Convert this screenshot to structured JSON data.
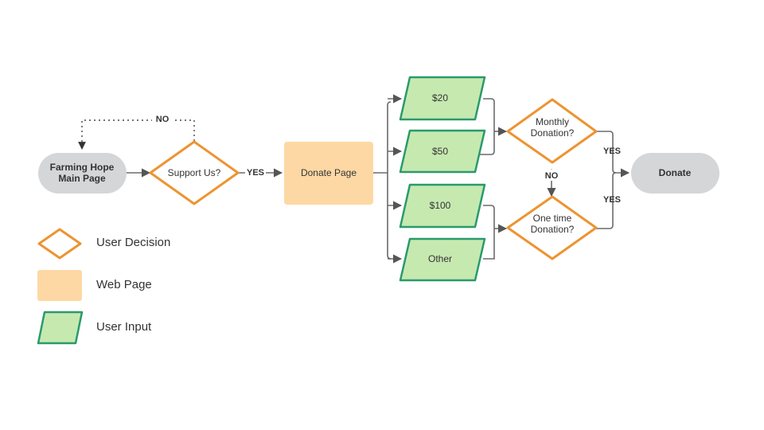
{
  "nodes": {
    "main_page": {
      "line1": "Farming Hope",
      "line2": "Main Page"
    },
    "support_us": {
      "label": "Support Us?"
    },
    "donate_page": {
      "label": "Donate Page"
    },
    "amount_20": {
      "label": "$20"
    },
    "amount_50": {
      "label": "$50"
    },
    "amount_100": {
      "label": "$100"
    },
    "amount_other": {
      "label": "Other"
    },
    "monthly": {
      "line1": "Monthly",
      "line2": "Donation?"
    },
    "one_time": {
      "line1": "One time",
      "line2": "Donation?"
    },
    "donate": {
      "label": "Donate"
    }
  },
  "edges": {
    "no_loop": "NO",
    "yes_support": "YES",
    "no_between": "NO",
    "yes_monthly": "YES",
    "yes_one_time": "YES"
  },
  "legend": {
    "decision": "User Decision",
    "web_page": "Web Page",
    "user_input": "User Input"
  },
  "colors": {
    "decision_stroke": "#ec9431",
    "web_page_fill": "#fdd8a4",
    "input_fill": "#c6e9b0",
    "input_stroke": "#2a9a6c",
    "terminal_fill": "#d5d6d8"
  }
}
